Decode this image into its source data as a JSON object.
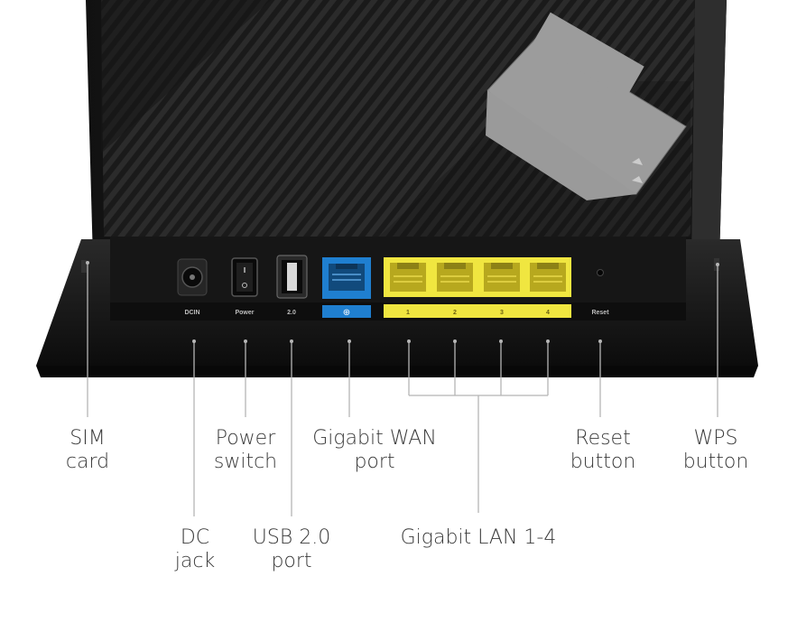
{
  "panel_labels": {
    "dcin": "DCIN",
    "power": "Power",
    "usb": "2.0",
    "lan1": "1",
    "lan2": "2",
    "lan3": "3",
    "lan4": "4",
    "reset": "Reset"
  },
  "callouts": {
    "sim": [
      "SIM",
      "card"
    ],
    "power_switch": [
      "Power",
      "switch"
    ],
    "wan": [
      "Gigabit WAN",
      "port"
    ],
    "reset": [
      "Reset",
      "button"
    ],
    "wps": [
      "WPS",
      "button"
    ],
    "dc": [
      "DC",
      "jack"
    ],
    "usb": [
      "USB 2.0",
      "port"
    ],
    "lan": [
      "Gigabit LAN 1-4"
    ]
  },
  "colors": {
    "body": "#1c1c1c",
    "wan_port": "#1f7fd0",
    "lan_ports": "#f0e640",
    "leader_line": "#b5b5b5",
    "text": "#3a3a3a"
  }
}
